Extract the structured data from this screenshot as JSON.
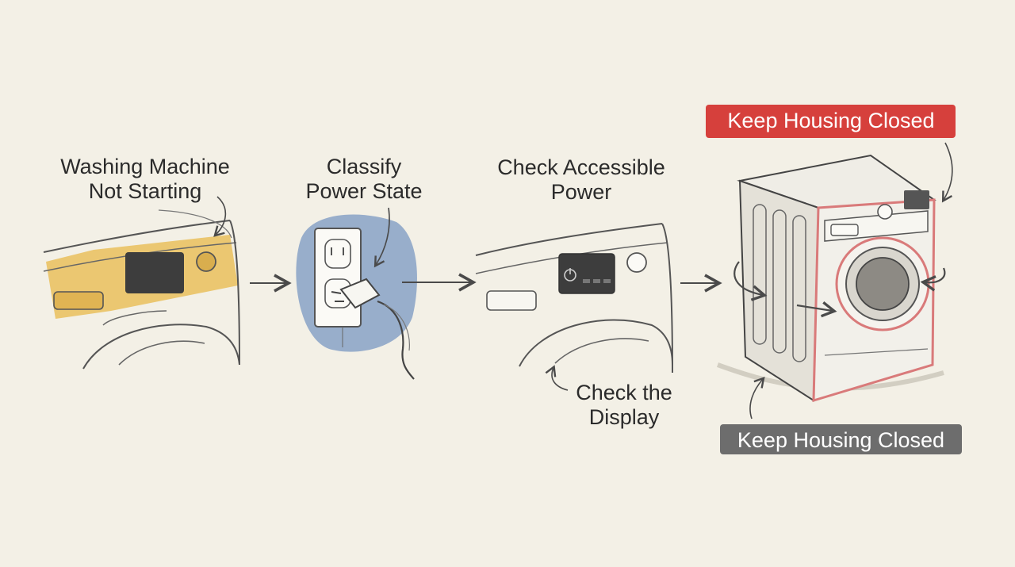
{
  "steps": [
    {
      "id": "s1",
      "lines": [
        "Washing Machine",
        "Not Starting"
      ]
    },
    {
      "id": "s2",
      "lines": [
        "Classify",
        "Power State"
      ]
    },
    {
      "id": "s3",
      "lines": [
        "Check Accessible",
        "Power"
      ]
    }
  ],
  "callouts": {
    "check_display": [
      "Check the",
      "Display"
    ],
    "keep_closed_top": "Keep Housing Closed",
    "keep_closed_bottom": "Keep Housing Closed"
  },
  "colors": {
    "background": "#f3f0e6",
    "ink": "#3a3a3a",
    "highlight_yellow": "#e9bf5c",
    "outlet_blue": "#8ea6c8",
    "warning_red": "#d6403c",
    "info_grey": "#6d6d6d",
    "machine_red_outline": "#d97a7a"
  },
  "icons": [
    "washer-control-panel-icon",
    "power-outlet-plug-icon",
    "washer-display-icon",
    "washer-housing-icon",
    "flow-arrow-icon"
  ]
}
